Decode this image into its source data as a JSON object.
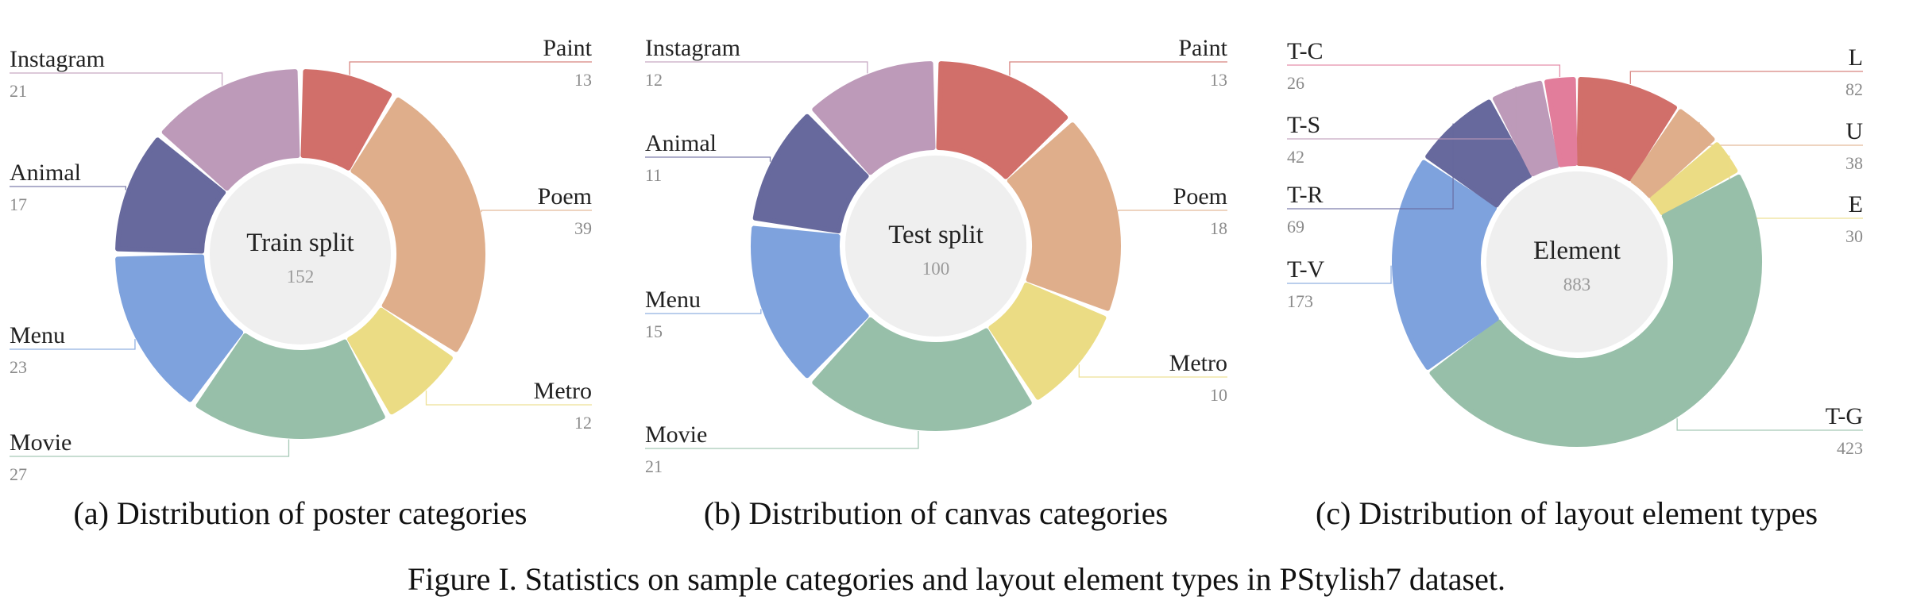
{
  "figure_caption": "Figure I. Statistics on sample categories and layout element types in PStylish7 dataset.",
  "chart_data": [
    {
      "type": "pie",
      "subtype": "donut",
      "center_title": "Train split",
      "center_value": "152",
      "caption": "(a) Distribution of poster categories",
      "slices": [
        {
          "label": "Paint",
          "value": 13,
          "color": "#d16f6a"
        },
        {
          "label": "Poem",
          "value": 39,
          "color": "#dfae8b"
        },
        {
          "label": "Metro",
          "value": 12,
          "color": "#ebdc84"
        },
        {
          "label": "Movie",
          "value": 27,
          "color": "#97bfa9"
        },
        {
          "label": "Menu",
          "value": 23,
          "color": "#7ea2dd"
        },
        {
          "label": "Animal",
          "value": 17,
          "color": "#67699d"
        },
        {
          "label": "Instagram",
          "value": 21,
          "color": "#bd9ab9"
        }
      ]
    },
    {
      "type": "pie",
      "subtype": "donut",
      "center_title": "Test split",
      "center_value": "100",
      "caption": "(b) Distribution of canvas categories",
      "slices": [
        {
          "label": "Paint",
          "value": 13,
          "color": "#d16f6a"
        },
        {
          "label": "Poem",
          "value": 18,
          "color": "#dfae8b"
        },
        {
          "label": "Metro",
          "value": 10,
          "color": "#ebdc84"
        },
        {
          "label": "Movie",
          "value": 21,
          "color": "#97bfa9"
        },
        {
          "label": "Menu",
          "value": 15,
          "color": "#7ea2dd"
        },
        {
          "label": "Animal",
          "value": 11,
          "color": "#67699d"
        },
        {
          "label": "Instagram",
          "value": 12,
          "color": "#bd9ab9"
        }
      ]
    },
    {
      "type": "pie",
      "subtype": "donut",
      "center_title": "Element",
      "center_value": "883",
      "caption": "(c) Distribution of layout element types",
      "slices": [
        {
          "label": "L",
          "value": 82,
          "color": "#d16f6a"
        },
        {
          "label": "U",
          "value": 38,
          "color": "#dfae8b"
        },
        {
          "label": "E",
          "value": 30,
          "color": "#ebdc84"
        },
        {
          "label": "T-G",
          "value": 423,
          "color": "#97bfa9"
        },
        {
          "label": "T-V",
          "value": 173,
          "color": "#7ea2dd"
        },
        {
          "label": "T-R",
          "value": 69,
          "color": "#67699d"
        },
        {
          "label": "T-S",
          "value": 42,
          "color": "#bd9ab9"
        },
        {
          "label": "T-C",
          "value": 26,
          "color": "#e27d9b"
        }
      ]
    }
  ]
}
